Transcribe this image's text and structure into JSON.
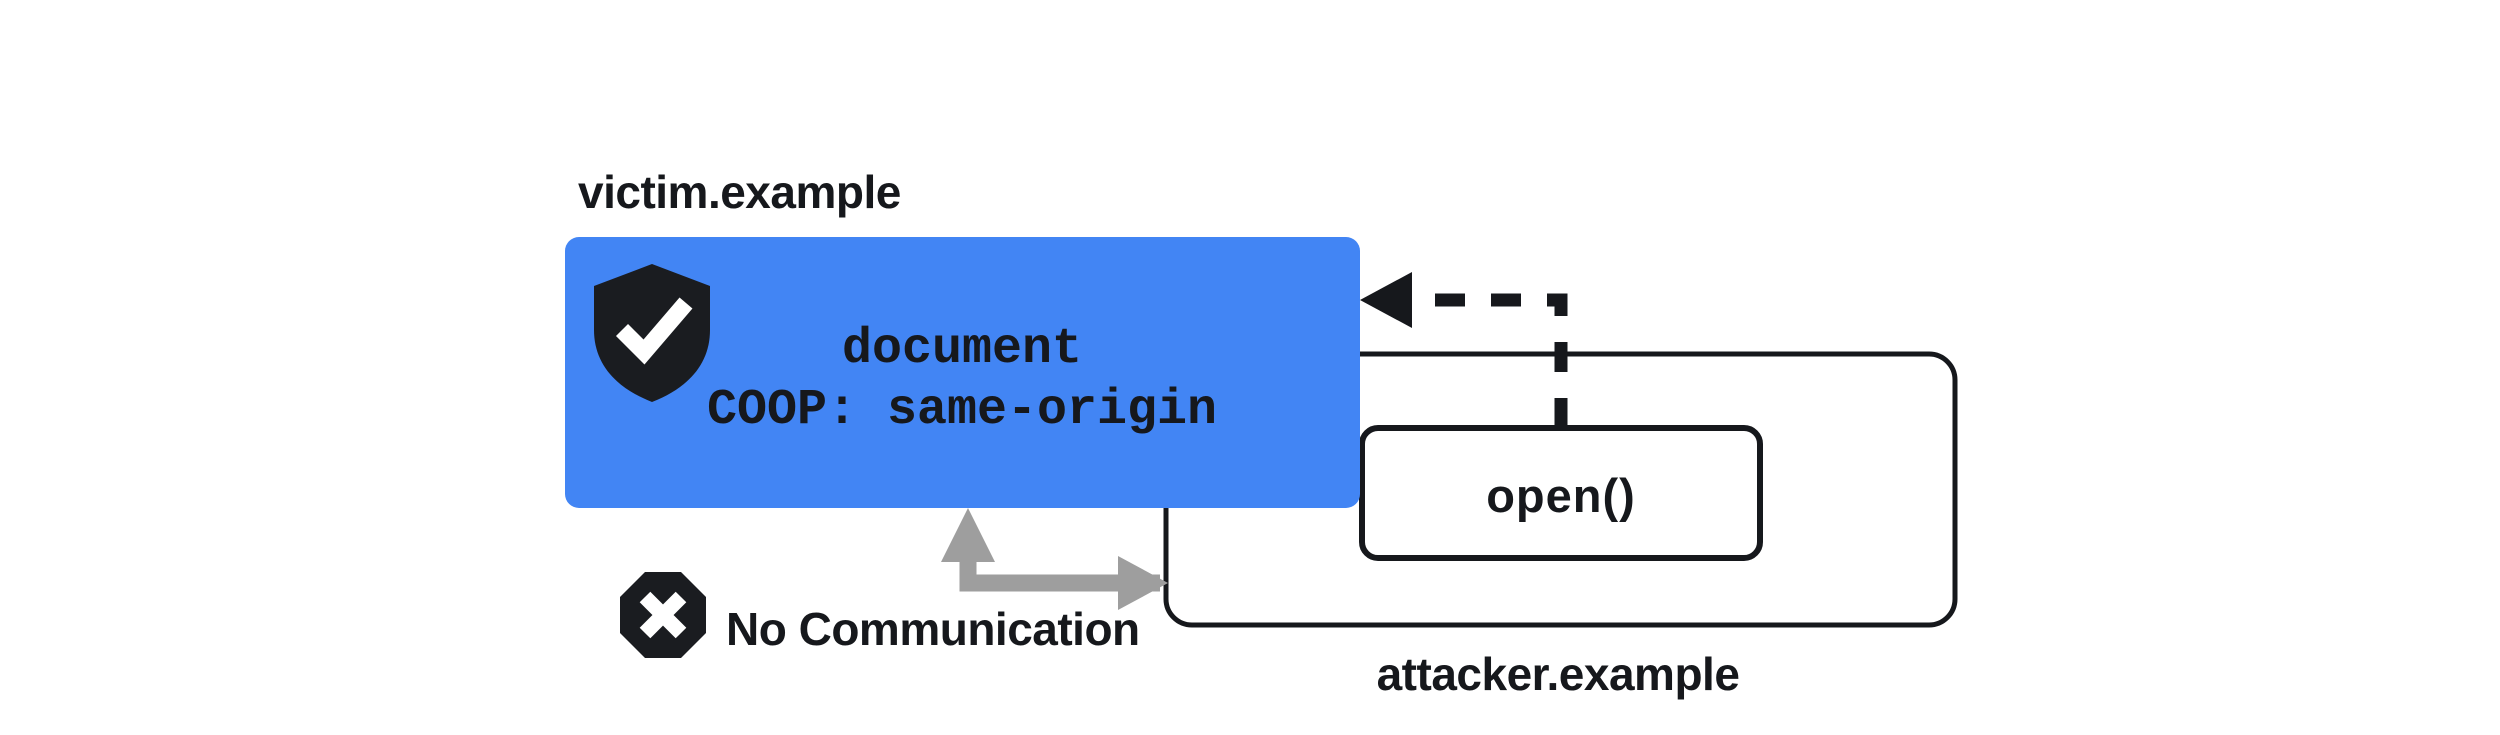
{
  "diagram": {
    "title_text": "Cross-Origin-Opener-Policy isolation diagram",
    "colors": {
      "victim_fill": "#4285f4",
      "stroke_dark": "#16181c",
      "arrow_gray": "#9e9e9e",
      "icon_dark": "#1a1c20",
      "background": "#ffffff",
      "box_white": "#ffffff"
    },
    "victim": {
      "label": "victim.example",
      "shield_icon": "shield-check-icon",
      "document_text": "document",
      "policy_text": "COOP: same-origin"
    },
    "attacker": {
      "label": "attacker.example",
      "open_call_text": "open()"
    },
    "no_communication": {
      "icon": "octagon-x-icon",
      "label": "No Communication"
    },
    "connectors": {
      "open_arrow_style": "dashed",
      "no_comm_arrow_style": "solid-double-headed-elbow"
    }
  }
}
